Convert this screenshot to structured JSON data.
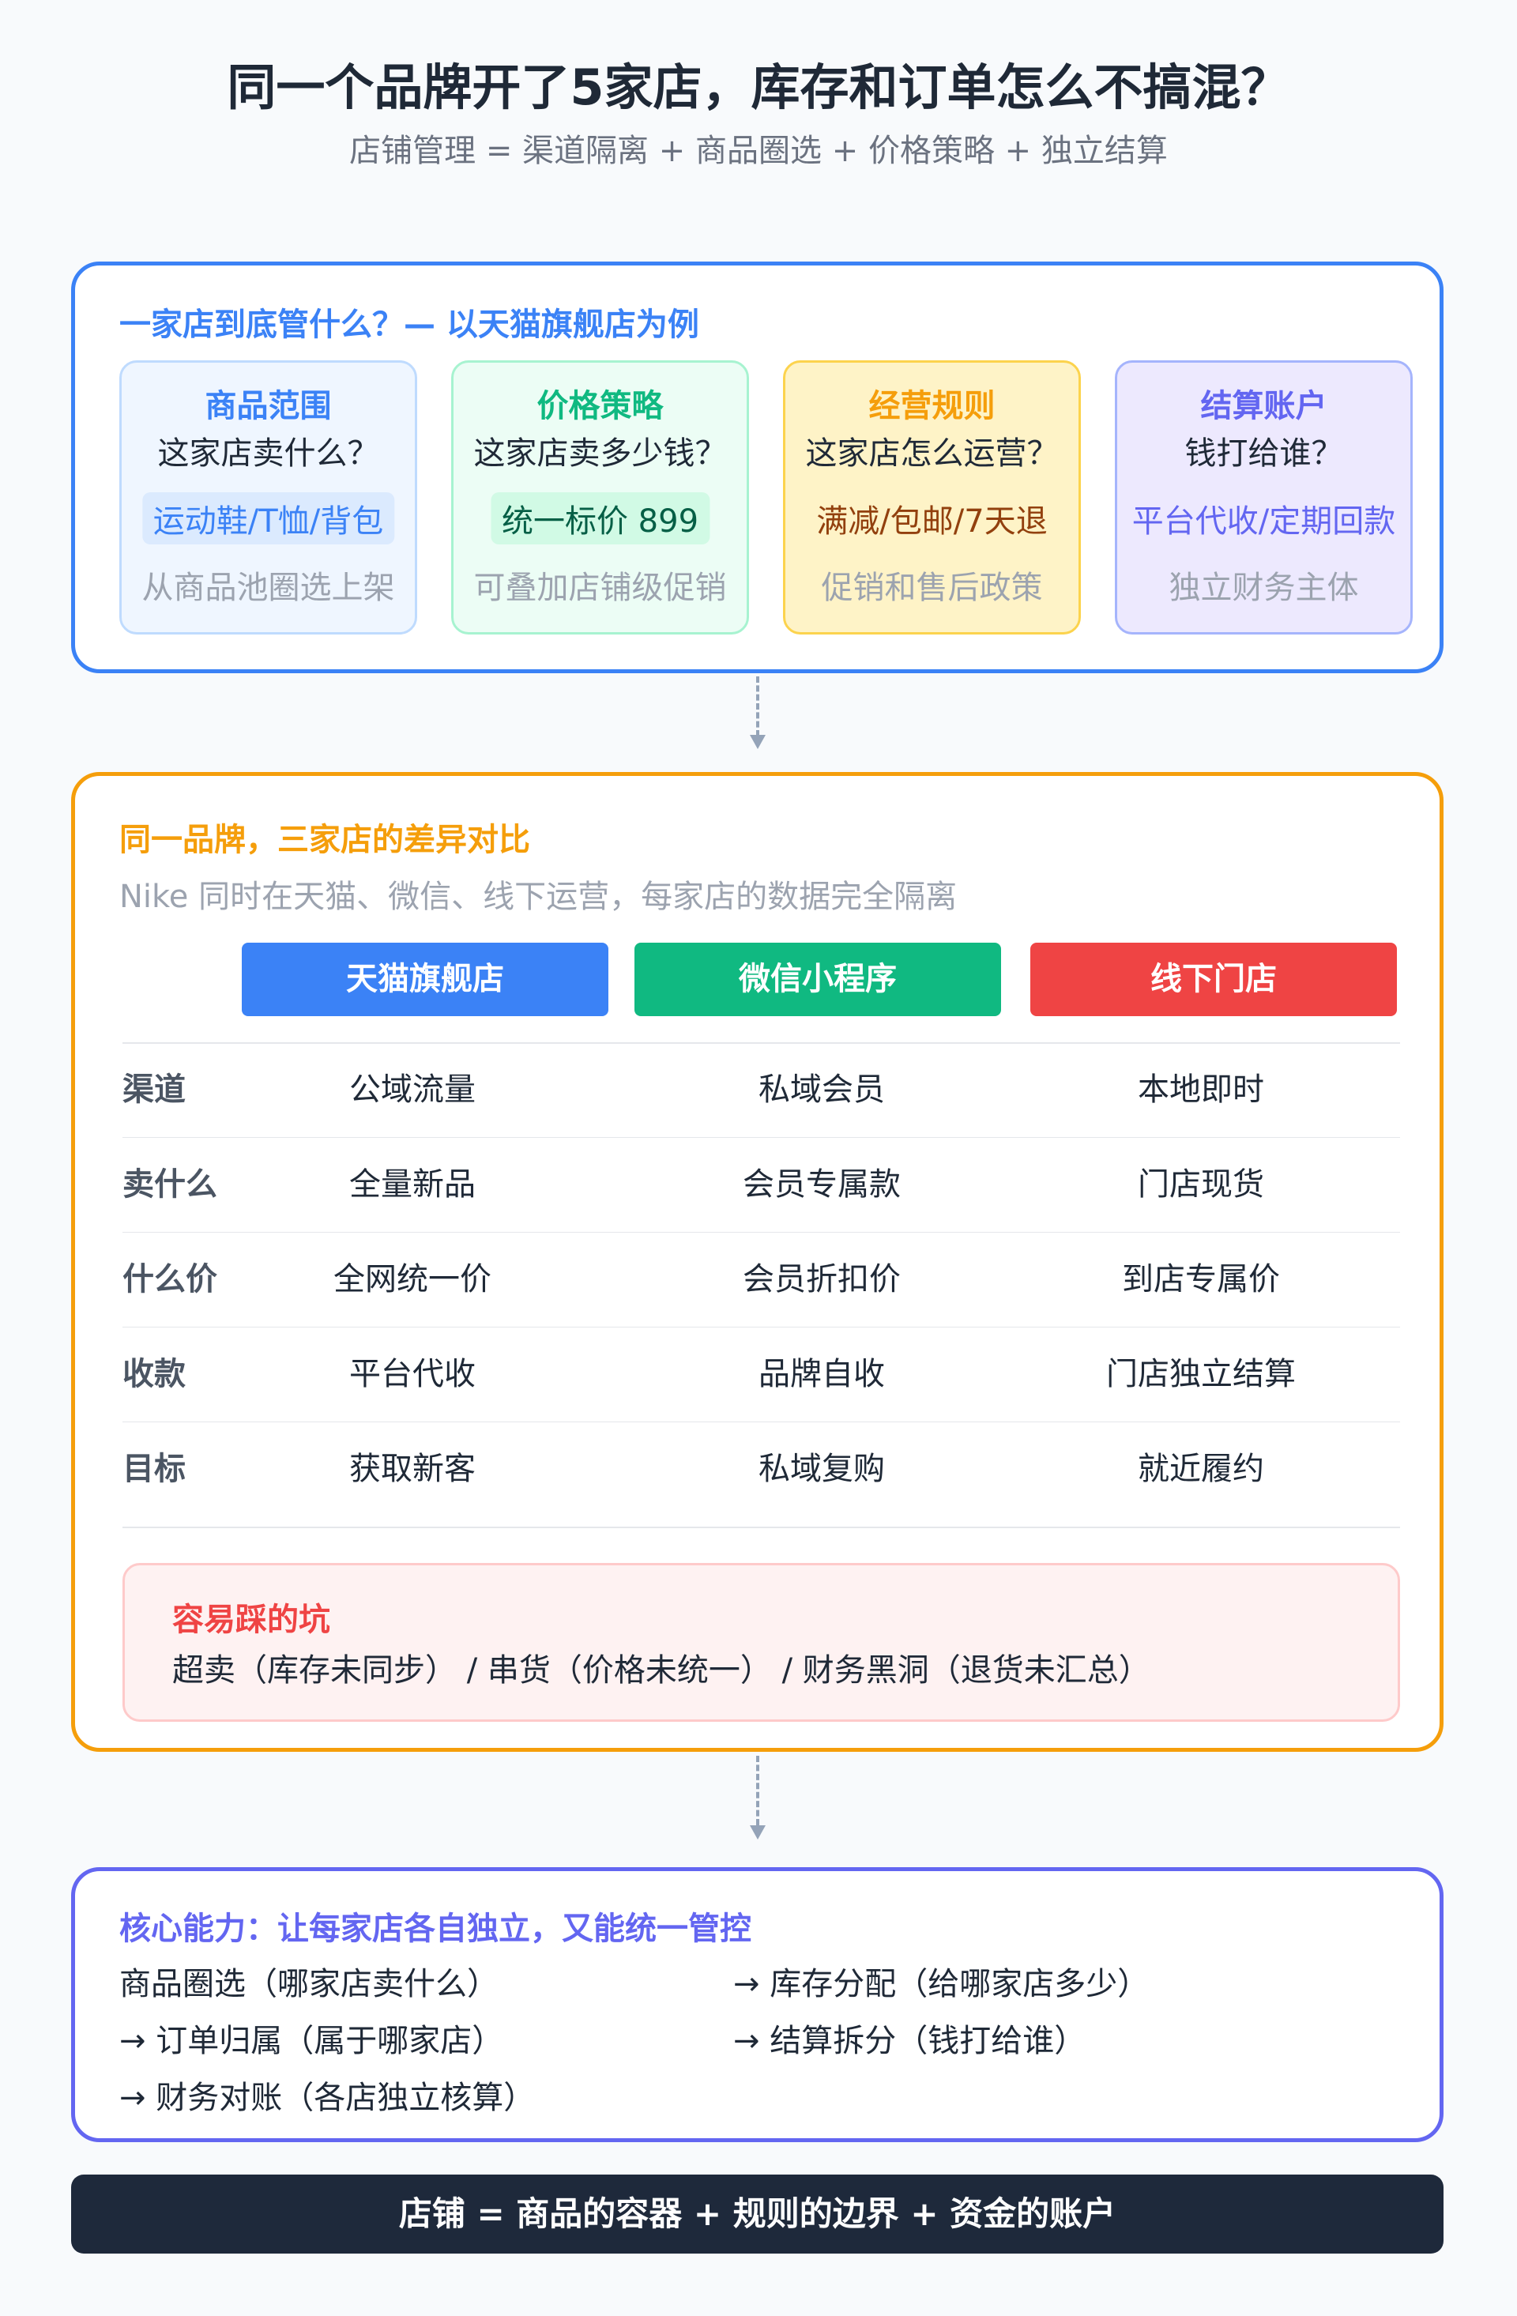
{
  "header": {
    "title": "同一个品牌开了5家店，库存和订单怎么不搞混？",
    "subtitle": "店铺管理 = 渠道隔离 + 商品圈选 + 价格策略 + 独立结算"
  },
  "section1": {
    "heading": "一家店到底管什么？— 以天猫旗舰店为例",
    "cards": [
      {
        "title": "商品范围",
        "question": "这家店卖什么？",
        "example": "运动鞋/T恤/背包",
        "note": "从商品池圈选上架"
      },
      {
        "title": "价格策略",
        "question": "这家店卖多少钱？",
        "example": "统一标价 899",
        "note": "可叠加店铺级促销"
      },
      {
        "title": "经营规则",
        "question": "这家店怎么运营？",
        "example": "满减/包邮/7天退",
        "note": "促销和售后政策"
      },
      {
        "title": "结算账户",
        "question": "钱打给谁？",
        "example": "平台代收/定期回款",
        "note": "独立财务主体"
      }
    ]
  },
  "section2": {
    "heading": "同一品牌，三家店的差异对比",
    "subheading": "Nike 同时在天猫、微信、线下运营，每家店的数据完全隔离",
    "columns": [
      "天猫旗舰店",
      "微信小程序",
      "线下门店"
    ],
    "rows": [
      {
        "label": "渠道",
        "values": [
          "公域流量",
          "私域会员",
          "本地即时"
        ]
      },
      {
        "label": "卖什么",
        "values": [
          "全量新品",
          "会员专属款",
          "门店现货"
        ]
      },
      {
        "label": "什么价",
        "values": [
          "全网统一价",
          "会员折扣价",
          "到店专属价"
        ]
      },
      {
        "label": "收款",
        "values": [
          "平台代收",
          "品牌自收",
          "门店独立结算"
        ]
      },
      {
        "label": "目标",
        "values": [
          "获取新客",
          "私域复购",
          "就近履约"
        ]
      }
    ],
    "pitfall": {
      "title": "容易踩的坑",
      "text": "超卖（库存未同步） / 串货（价格未统一） / 财务黑洞（退货未汇总）"
    }
  },
  "section3": {
    "heading": "核心能力：让每家店各自独立，又能统一管控",
    "items": [
      "商品圈选（哪家店卖什么）",
      "→ 库存分配（给哪家店多少）",
      "→ 订单归属（属于哪家店）",
      "→ 结算拆分（钱打给谁）",
      "→ 财务对账（各店独立核算）"
    ]
  },
  "footer": {
    "text": "店铺 = 商品的容器 + 规则的边界 + 资金的账户"
  },
  "colors": {
    "blue": "#3b82f6",
    "green": "#10b981",
    "orange": "#f59e0b",
    "red": "#ef4444",
    "purple": "#6366f1",
    "dark": "#1e293b"
  }
}
